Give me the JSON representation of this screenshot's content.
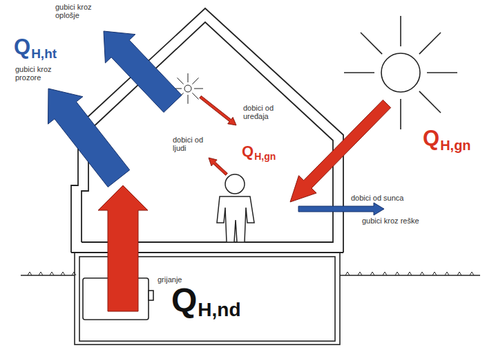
{
  "diagram": {
    "labels": [
      "gubici kroz oplošje",
      "Q",
      "H,ht",
      "gubici kroz prozore",
      "dobici od uređaja",
      "dobici od ljudi",
      "Q",
      "H,gn",
      "Q",
      "H,gn",
      "dobici od sunca",
      "gubici kroz reške",
      "grijanje",
      "Q",
      "H,nd"
    ]
  }
}
